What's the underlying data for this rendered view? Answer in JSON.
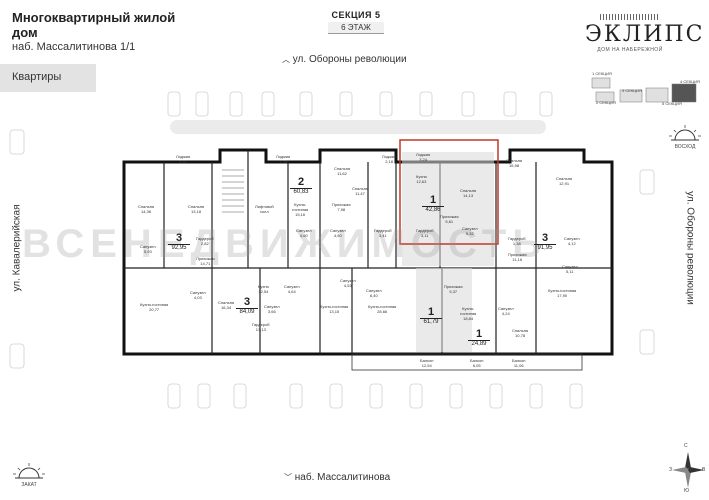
{
  "header": {
    "building_title": "Многоквартирный жилой дом",
    "address": "наб. Массалитинова 1/1",
    "section": "СЕКЦИЯ 5",
    "floor": "6 ЭТАЖ"
  },
  "logo": {
    "name": "ЭКЛИПС",
    "tagline": "ДОМ НА НАБЕРЕЖНОЙ"
  },
  "nav": {
    "apartments_button": "Квартиры"
  },
  "streets": {
    "top": "ул. Обороны революции",
    "bottom": "наб. Массалитинова",
    "left": "ул. Кавалерийская",
    "right": "ул. Обороны революции"
  },
  "compass": {
    "east": "ВОСХОД",
    "west": "ЗАКАТ",
    "rose": [
      "С",
      "З",
      "В",
      "Ю"
    ]
  },
  "watermark": "ВСЕНЕДВИЖИМОСТЬ",
  "keyplan": {
    "sections": [
      "1 СЕКЦИЯ",
      "2 СЕКЦИЯ",
      "3 СЕКЦИЯ",
      "4 СЕКЦИЯ",
      "5 СЕКЦИЯ"
    ]
  },
  "apartments": [
    {
      "rooms": "3",
      "area": "92,95"
    },
    {
      "rooms": "2",
      "area": "60,83"
    },
    {
      "rooms": "1",
      "area": "42,86"
    },
    {
      "rooms": "3",
      "area": "91,95"
    },
    {
      "rooms": "3",
      "area": "84,09"
    },
    {
      "rooms": "1",
      "area": "61,79"
    },
    {
      "rooms": "1",
      "area": "24,89"
    }
  ],
  "room_labels": [
    "Лоджия\n3,41",
    "Спальня\n14,36",
    "Спальня\n13,18",
    "Гардероб\n2,82",
    "Санузел\n5,93",
    "Прихожая\n14,71",
    "Санузел\n4,03",
    "Кухня-гостиная\n20,77",
    "Лифтовой\nхолл",
    "Лоджия\n1,98",
    "Спальня\n11,62",
    "Кухня-\nгостиная\n15,16",
    "Санузел\n4,60",
    "Прихожая\n7,98",
    "Санузел\n4,50",
    "Лоджия\n2,18",
    "Спальня\n11,47",
    "Гардероб\n3,41",
    "Лоджия\n3,24",
    "Кухня\n12,63",
    "Спальня\n14,13",
    "Прихожая\n5,61",
    "Санузел\n5,32",
    "Гардероб\n3,11",
    "Спальня\n16,98",
    "Спальня\n12,91",
    "Гардероб\n1,38",
    "Прихожая\n11,16",
    "Санузел\n4,12",
    "Санузел\n5,11",
    "Кухня-гостиная\n17,90",
    "Спальня\n10,78",
    "Кухня\n12,54",
    "Санузел\n3,66",
    "Санузел\n4,64",
    "Спальня\n16,34",
    "Гардероб\n13,13",
    "Кухня-гостиная\n13,15",
    "Санузел\n4,53",
    "Санузел\n6,40",
    "Кухня-гостиная\n28,66",
    "Прихожая\n5,37",
    "Кухня-\nгостиная\n18,84",
    "Санузел\n4,24",
    "Балкон\n12,54",
    "Балкон\n6,05",
    "Балкон\n11,06"
  ]
}
